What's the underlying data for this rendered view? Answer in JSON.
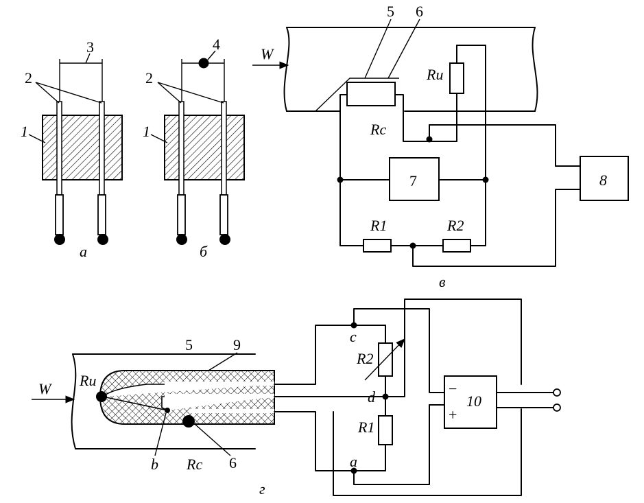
{
  "labels": {
    "n1": "1",
    "n2": "2",
    "n3": "3",
    "n4": "4",
    "n5": "5",
    "n6": "6",
    "n7": "7",
    "n8": "8",
    "n9": "9",
    "n10": "10",
    "fig_a": "а",
    "fig_b": "б",
    "fig_v": "в",
    "fig_g": "г",
    "flow": "W",
    "r_i": "Rи",
    "r_c": "Rс",
    "r1": "R1",
    "r2": "R2",
    "node_a": "a",
    "node_b": "b",
    "node_c": "c",
    "node_d": "d",
    "minus": "−",
    "plus": "+"
  }
}
